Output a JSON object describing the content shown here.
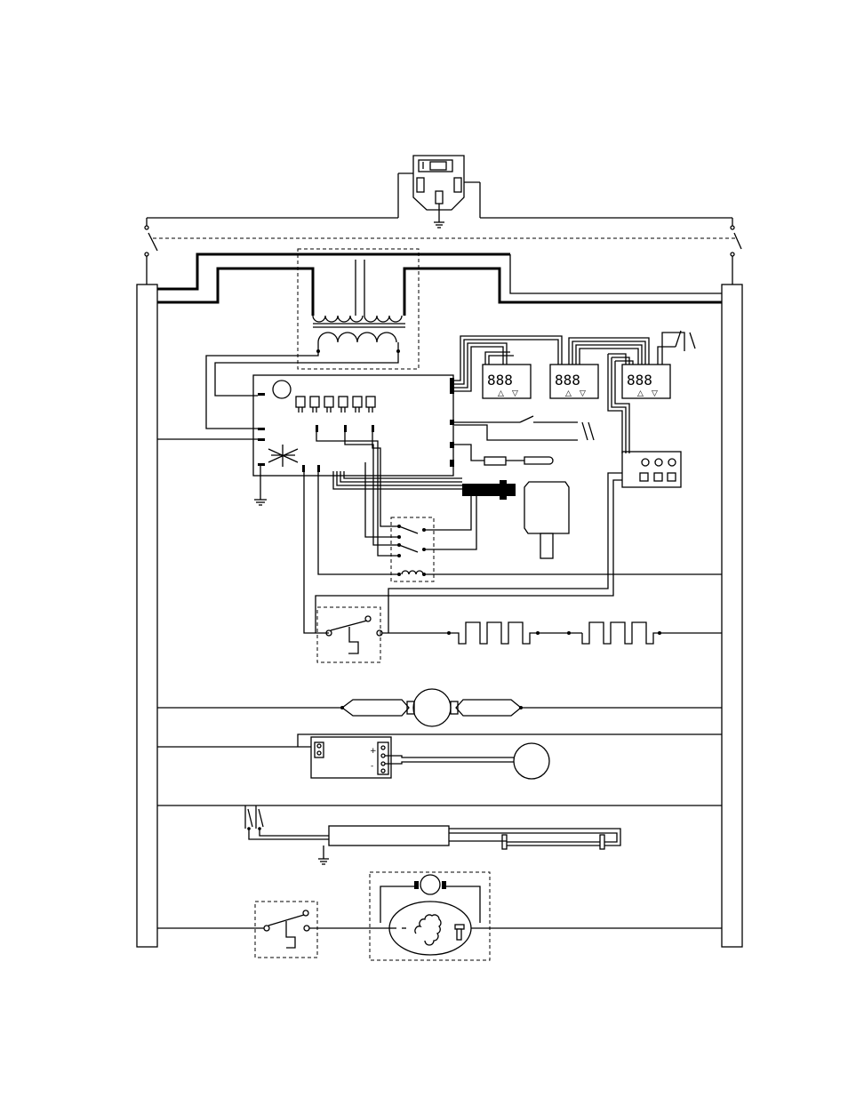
{
  "diagram": {
    "type": "wiring-schematic",
    "colors": {
      "line": "#000000",
      "background": "#ffffff"
    },
    "displays": [
      {
        "id": "display-1",
        "digits": "888",
        "arrows": [
          "△",
          "▽"
        ]
      },
      {
        "id": "display-2",
        "digits": "888",
        "arrows": [
          "△",
          "▽"
        ]
      },
      {
        "id": "display-3",
        "digits": "888",
        "arrows": [
          "△",
          "▽"
        ]
      }
    ],
    "labels": {
      "plus": "+",
      "minus": "-"
    }
  }
}
